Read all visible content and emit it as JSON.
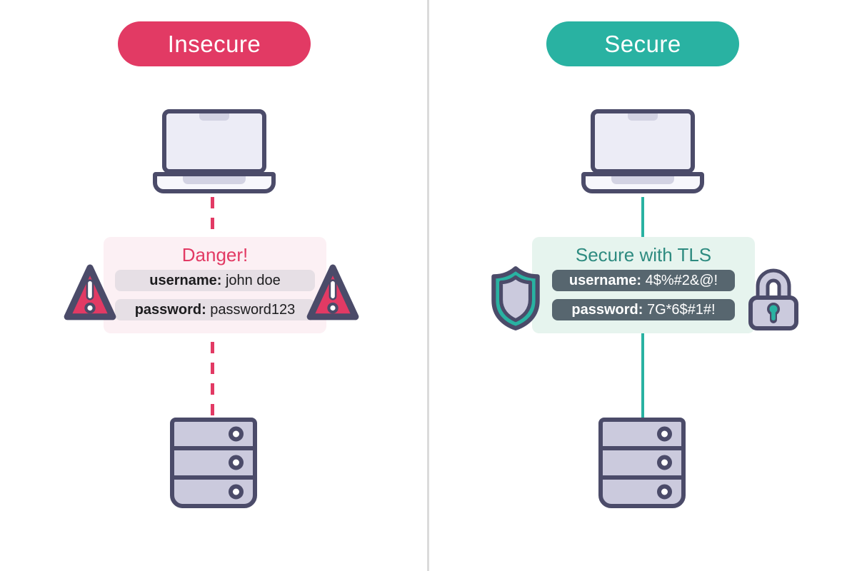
{
  "palette": {
    "pink": "#e23a64",
    "teal": "#29b2a2",
    "navy_outline": "#4b4b69",
    "lavender": "#cbcadd",
    "danger_panel_bg": "#fcf0f4",
    "secure_panel_bg": "#e6f4ee",
    "secure_title": "#2e8b80",
    "secure_row_bg": "#57666f",
    "insecure_row_bg": "#e6dfe5",
    "divider": "#dbdbdb"
  },
  "left": {
    "badge": {
      "label": "Insecure"
    },
    "panel": {
      "title": "Danger!",
      "rows": [
        {
          "label": "username:",
          "value": " john doe"
        },
        {
          "label": "password:",
          "value": " password123"
        }
      ]
    },
    "icons": {
      "warning": "warning-triangle",
      "device_top": "laptop",
      "device_bottom": "server"
    },
    "connection_style": "dashed"
  },
  "right": {
    "badge": {
      "label": "Secure"
    },
    "panel": {
      "title": "Secure with TLS",
      "rows": [
        {
          "label": "username:",
          "value": " 4$%#2&@!"
        },
        {
          "label": "password:",
          "value": " 7G*6$#1#!"
        }
      ]
    },
    "icons": {
      "left_of_panel": "shield",
      "right_of_panel": "padlock",
      "device_top": "laptop",
      "device_bottom": "server"
    },
    "connection_style": "solid"
  }
}
